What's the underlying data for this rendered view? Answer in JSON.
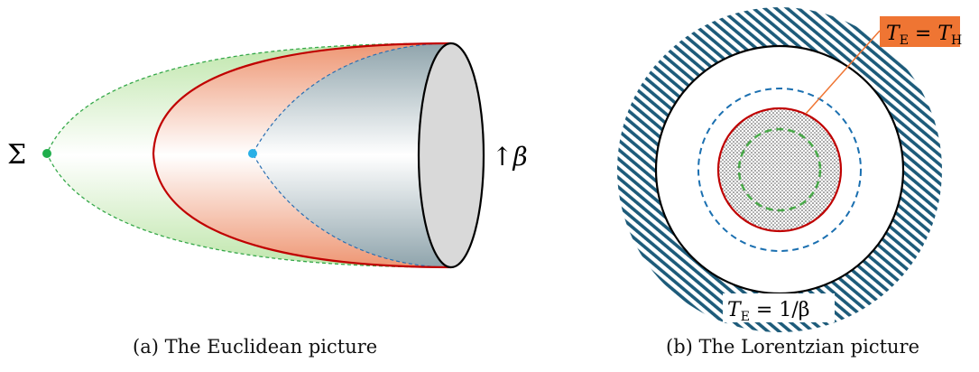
{
  "panel_a": {
    "caption": "(a) The Euclidean picture",
    "sigma_label": "Σ",
    "beta_label": "↑β",
    "colors": {
      "green_region": "#b9e3a6",
      "orange_region": "#f0a07c",
      "grey_region": "#93a8b0",
      "red_curve": "#c00000",
      "green_dot": "#1fae4b",
      "cyan_dot": "#2ab0e6",
      "disc": "#d9d9d9"
    }
  },
  "panel_b": {
    "caption": "(b) The Lorentzian picture",
    "label_top": {
      "T": "T",
      "sub_left": "E",
      "eq": " = ",
      "T2": "T",
      "sub_right": "H"
    },
    "label_bottom": {
      "T": "T",
      "sub": "E",
      "rest": " = 1/β"
    },
    "colors": {
      "hatch": "#1d5b7a",
      "red_circle": "#c00000",
      "blue_dashed": "#1a6fb0",
      "green_dashed": "#4aa94a",
      "orange_label": "#ef7533"
    }
  }
}
